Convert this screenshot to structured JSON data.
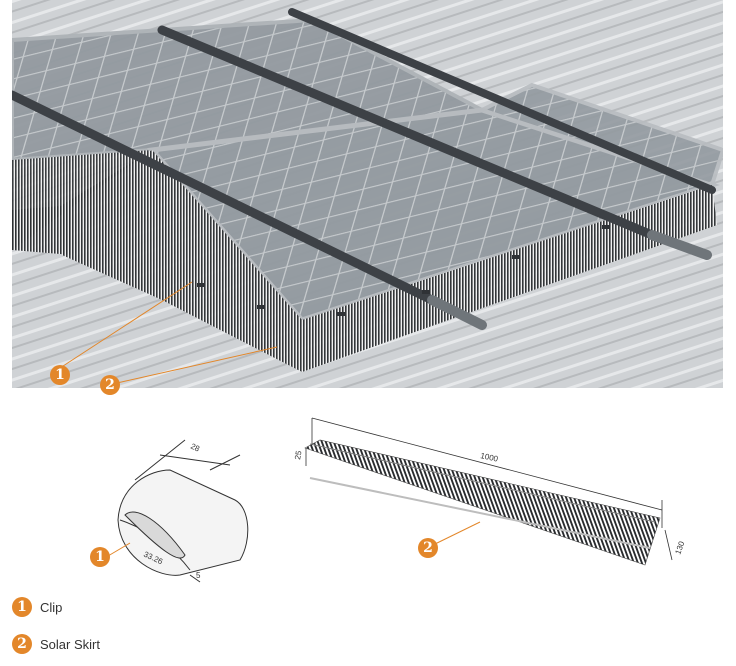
{
  "callouts": {
    "one": "1",
    "two": "2"
  },
  "clip_dims": {
    "width": "28",
    "length": "33.26",
    "gap": "5"
  },
  "skirt_dims": {
    "length": "1000",
    "top": "25",
    "height": "130"
  },
  "legend": [
    {
      "num": "1",
      "label": "Clip"
    },
    {
      "num": "2",
      "label": "Solar Skirt"
    }
  ],
  "colors": {
    "accent": "#e3872a",
    "roof": "#c9cccf",
    "panel": "#8f969c",
    "rail": "#3d4146"
  }
}
